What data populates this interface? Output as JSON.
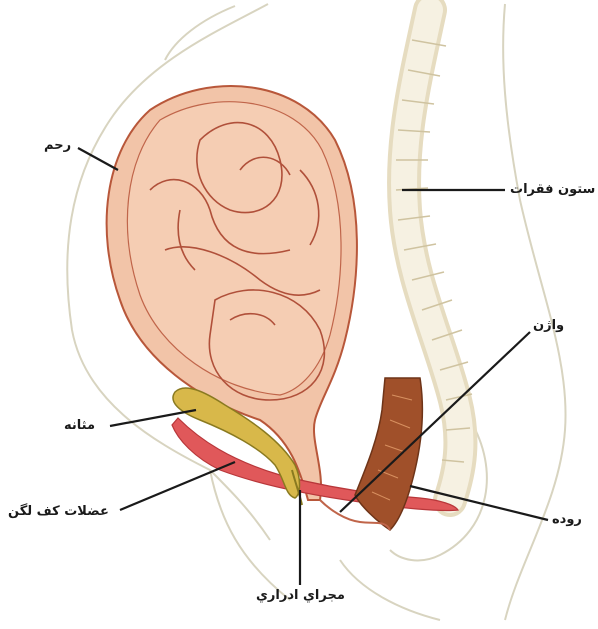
{
  "labels": {
    "uterus": "رحم",
    "spine": "ستون فقرات",
    "vagina": "واژن",
    "bladder": "مثانه",
    "pelvic_floor": "عضلات کف لگن",
    "rectum": "روده",
    "urethra": "مجراي ادراري"
  },
  "colors": {
    "outline": "#d8d4c0",
    "uterus_fill": "#f2c4a8",
    "uterus_stroke": "#b8573a",
    "bladder": "#d8b84a",
    "muscle": "#d9454a",
    "rectum": "#a0502a",
    "spine": "#f2ecd8",
    "leader": "#1a1a1a"
  }
}
